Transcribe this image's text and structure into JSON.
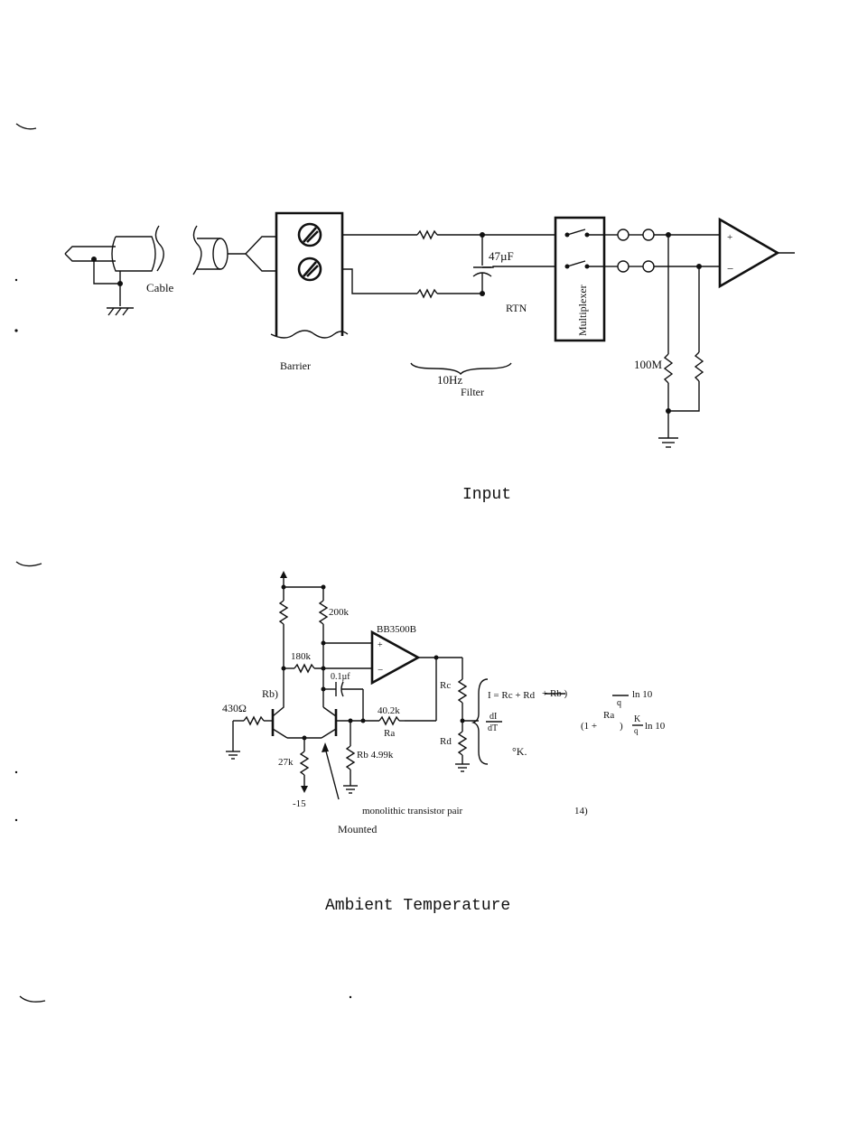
{
  "figure_top": {
    "labels": {
      "cable": "Cable",
      "barrier": "Barrier",
      "capacitor": "47µF",
      "rtn": "RTN",
      "multiplexer": "Multiplexer",
      "filter_freq": "10Hz",
      "filter_word": "Filter",
      "resistor": "100M",
      "amp_plus": "+",
      "amp_minus": "−"
    },
    "caption": "Input"
  },
  "figure_bottom": {
    "labels": {
      "r200k": "200k",
      "opamp": "BB3500B",
      "r180k": "180k",
      "cap": "0.1µf",
      "rb_left": "Rb)",
      "r430": "430Ω",
      "r40k": "40.2k",
      "ra": "Ra",
      "r27k": "27k",
      "neg15": "-15",
      "rb499": "Rb 4.99k",
      "rc": "Rc",
      "rd": "Rd",
      "transistor_note": "monolithic transistor pair",
      "note_14": "14)",
      "mounted": "Mounted",
      "op_plus": "+",
      "op_minus": "−"
    },
    "equations": {
      "line1_a": "I = Rc + Rd",
      "line1_b": "+ Rb )",
      "line1_c": "q",
      "line1_d": "ln 10",
      "line2_a": "dI",
      "line2_b": "dT",
      "line2_c": "(1 +",
      "line2_d": "Ra",
      "line2_e": ")",
      "line2_f": "K",
      "line2_g": "q",
      "line2_h": "ln 10",
      "line3": "°K."
    },
    "caption": "Ambient Temperature"
  }
}
